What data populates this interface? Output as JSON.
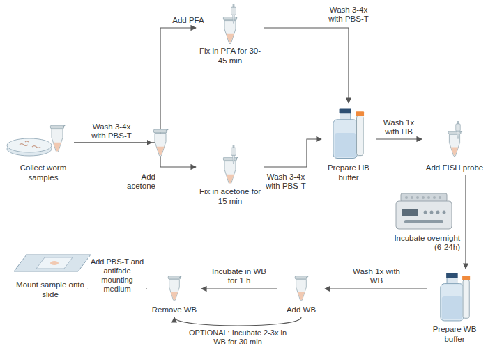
{
  "diagram": {
    "nodes": [
      {
        "text": [
          "Collect worm samples"
        ]
      },
      {
        "text": [
          "Fix in PFA for 30-45 min"
        ]
      },
      {
        "text": [
          "Fix in acetone for 15 min"
        ]
      },
      {
        "text": [
          "Prepare HB buffer"
        ]
      },
      {
        "text": [
          "Add FISH probe"
        ]
      },
      {
        "text": [
          "Prepare WB buffer"
        ]
      },
      {
        "text": [
          "Add WB"
        ]
      },
      {
        "text": [
          "Remove WB"
        ]
      },
      {
        "text": [
          "Mount sample onto slide"
        ]
      }
    ],
    "edges": [
      {
        "from": 0,
        "to": 1,
        "label": "Add PFA",
        "arrow": "to"
      },
      {
        "from": 0,
        "to": 2,
        "label": "Add acetone",
        "arrow": "to"
      },
      {
        "from": 1,
        "to": 3,
        "label": "Wash 3-4x with PBS-T",
        "arrow": "to"
      },
      {
        "from": 2,
        "to": 3,
        "label": "Wash 3-4x with PBS-T",
        "arrow": "to"
      },
      {
        "from": 3,
        "to": 4,
        "label": "Wash 1x with HB",
        "arrow": "to"
      },
      {
        "from": 4,
        "to": 5,
        "label": "Incubate overnight (6-24h)",
        "arrow": "to"
      },
      {
        "from": 5,
        "to": 6,
        "label": "Wash 1x with WB",
        "arrow": "to"
      },
      {
        "from": 6,
        "to": 7,
        "label": "Incubate in WB for 1 h",
        "arrow": "to"
      },
      {
        "from": 6,
        "to": 7,
        "label": "OPTIONAL: Incubate 2-3x in WB for 30 min",
        "arrow": "to"
      },
      {
        "from": 7,
        "to": 8,
        "label": "Add PBS-T and antifade mounting medium",
        "arrow": "to"
      }
    ],
    "labels": [
      "Wash 3-4x with PBS-T"
    ]
  }
}
